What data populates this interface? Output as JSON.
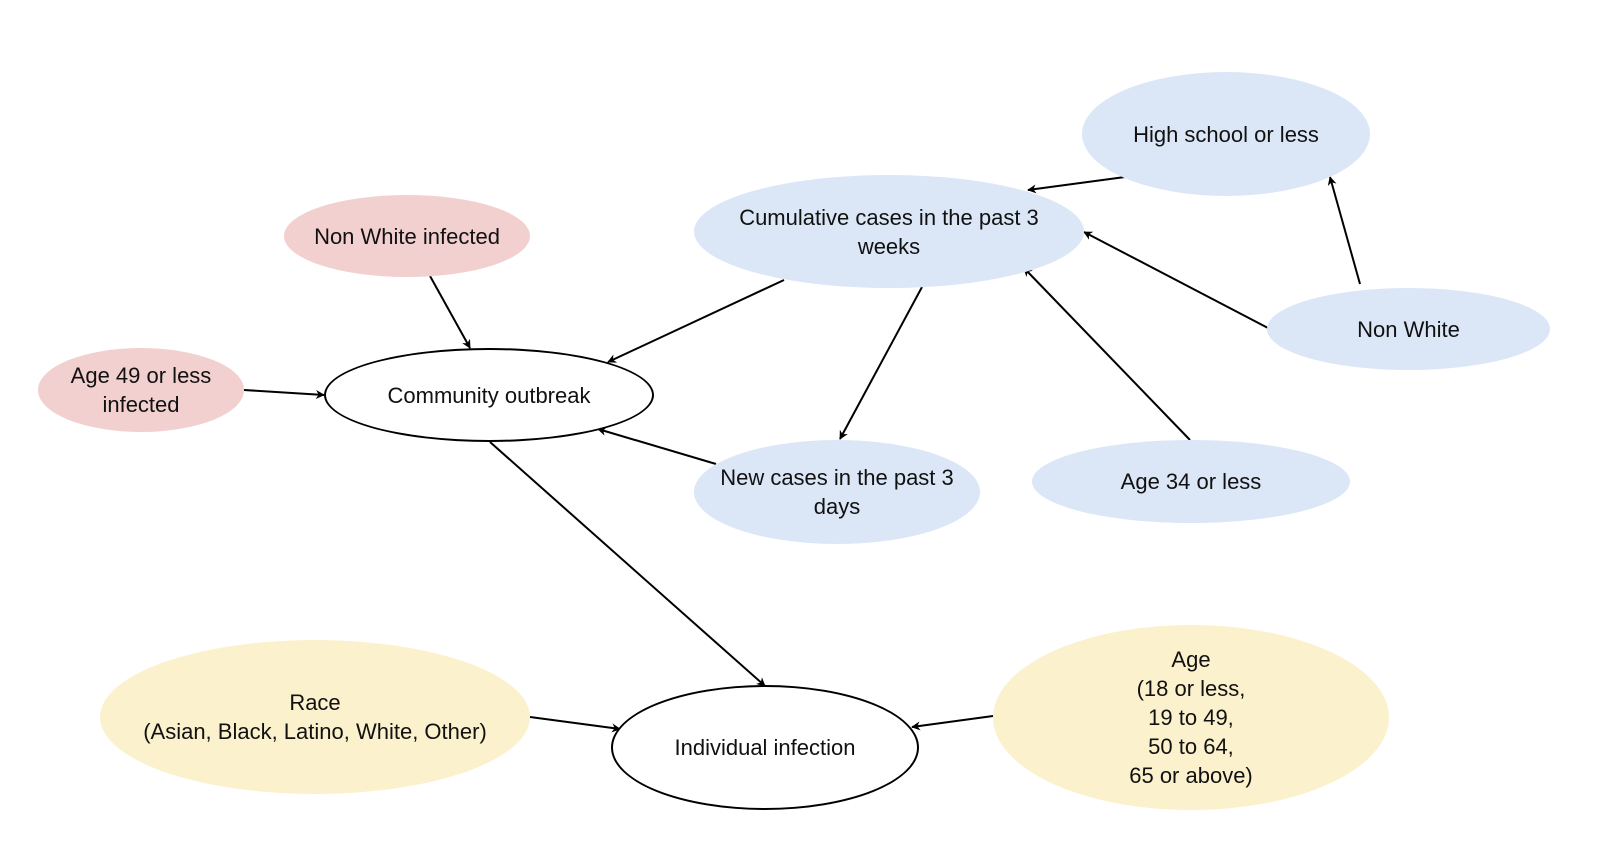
{
  "nodes": {
    "nonwhite_infected": {
      "label": "Non White infected",
      "color": "#f2d0cf"
    },
    "age49_infected": {
      "label": "Age 49 or less\ninfected",
      "color": "#f2d0cf"
    },
    "community_outbreak": {
      "label": "Community outbreak",
      "color": "#ffffff"
    },
    "cumulative_cases": {
      "label": "Cumulative cases in the past 3\nweeks",
      "color": "#dbe7f7"
    },
    "highschool": {
      "label": "High school or less",
      "color": "#dbe7f7"
    },
    "nonwhite": {
      "label": "Non White",
      "color": "#dbe7f7"
    },
    "new_cases": {
      "label": "New cases in the past 3\ndays",
      "color": "#dbe7f7"
    },
    "age34": {
      "label": "Age 34 or less",
      "color": "#dbe7f7"
    },
    "race": {
      "label": "Race\n(Asian, Black, Latino, White, Other)",
      "color": "#fcf1cd"
    },
    "individual_infection": {
      "label": "Individual infection",
      "color": "#ffffff"
    },
    "age": {
      "label": "Age\n(18 or less,\n19 to 49,\n50 to 64,\n65 or above)",
      "color": "#fcf1cd"
    }
  },
  "edges": [
    {
      "from": "nonwhite_infected",
      "to": "community_outbreak"
    },
    {
      "from": "age49_infected",
      "to": "community_outbreak"
    },
    {
      "from": "cumulative_cases",
      "to": "community_outbreak"
    },
    {
      "from": "new_cases",
      "to": "community_outbreak"
    },
    {
      "from": "community_outbreak",
      "to": "individual_infection"
    },
    {
      "from": "highschool",
      "to": "cumulative_cases"
    },
    {
      "from": "nonwhite",
      "to": "highschool"
    },
    {
      "from": "nonwhite",
      "to": "cumulative_cases"
    },
    {
      "from": "age34",
      "to": "cumulative_cases"
    },
    {
      "from": "cumulative_cases",
      "to": "new_cases"
    },
    {
      "from": "race",
      "to": "individual_infection"
    },
    {
      "from": "age",
      "to": "individual_infection"
    }
  ]
}
